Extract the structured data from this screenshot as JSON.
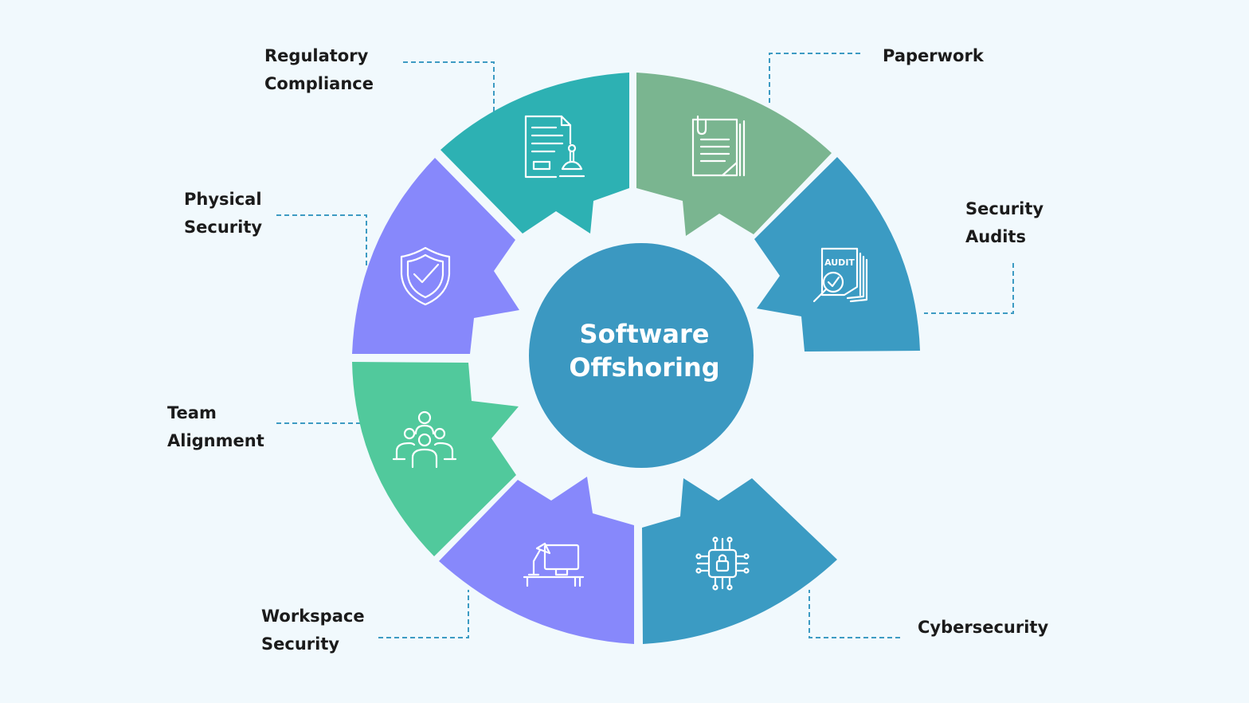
{
  "center": {
    "line1": "Software",
    "line2": "Offshoring"
  },
  "colors": {
    "background": "#f1f9fd",
    "teal": "#2db1b3",
    "sage": "#7ab590",
    "blue": "#3b9bc3",
    "purple": "#8788fb",
    "mint": "#51c99c",
    "center": "#3b98c1",
    "connector": "#3d9bc3"
  },
  "segments": [
    {
      "key": "regulatory",
      "line1": "Regulatory",
      "line2": "Compliance",
      "icon": "document-stamp-icon",
      "color": "#2db1b3"
    },
    {
      "key": "paperwork",
      "line1": "Paperwork",
      "line2": "",
      "icon": "documents-icon",
      "color": "#7ab590"
    },
    {
      "key": "audits",
      "line1": "Security",
      "line2": "Audits",
      "icon": "audit-icon",
      "color": "#3b9bc3"
    },
    {
      "key": "cyber",
      "line1": "Cybersecurity",
      "line2": "",
      "icon": "circuit-lock-icon",
      "color": "#3b9bc3"
    },
    {
      "key": "workspace",
      "line1": "Workspace",
      "line2": "Security",
      "icon": "desk-computer-icon",
      "color": "#8788fb"
    },
    {
      "key": "team",
      "line1": "Team",
      "line2": "Alignment",
      "icon": "team-icon",
      "color": "#51c99c"
    },
    {
      "key": "physical",
      "line1": "Physical",
      "line2": "Security",
      "icon": "shield-check-icon",
      "color": "#8788fb"
    }
  ]
}
